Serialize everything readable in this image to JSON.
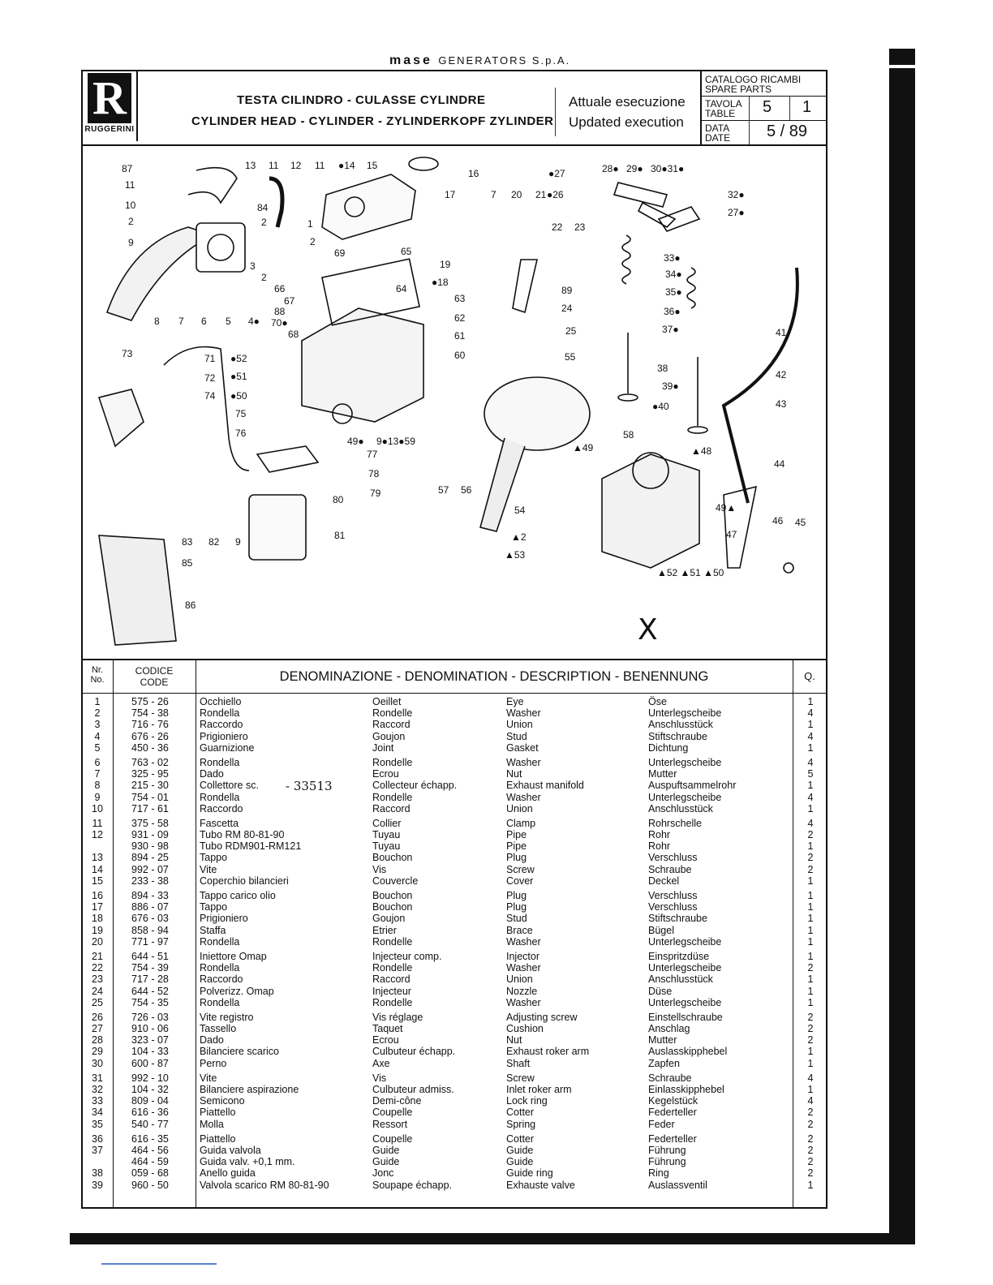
{
  "header": {
    "brand_name": "mase",
    "brand_suffix": "GENERATORS S.p.A.",
    "logo_letter": "R",
    "logo_name": "RUGGERINI",
    "title_line1": "TESTA CILINDRO - CULASSE CYLINDRE",
    "title_line2": "CYLINDER HEAD - CYLINDER - ZYLINDERKOPF ZYLINDER",
    "status_it": "Attuale esecuzione",
    "status_en": "Updated execution",
    "catalog_label_it": "CATALOGO RICAMBI",
    "catalog_label_en": "SPARE PARTS",
    "table_label_it": "TAVOLA",
    "table_label_en": "TABLE",
    "table_num": "5",
    "table_sub": "1",
    "date_label_it": "DATA",
    "date_label_en": "DATE",
    "date_value": "5 / 89"
  },
  "diagram": {
    "callouts": [
      "87",
      "11",
      "10",
      "2",
      "9",
      "8",
      "7",
      "6",
      "5",
      "4●",
      "13",
      "11",
      "12",
      "11",
      "●14",
      "15",
      "16",
      "84",
      "2",
      "1",
      "2",
      "3",
      "2",
      "66",
      "67",
      "88",
      "70●",
      "68",
      "69",
      "65",
      "64",
      "17",
      "7",
      "20",
      "21",
      "●26",
      "●27",
      "28●",
      "29●",
      "30●31●",
      "32●",
      "27●",
      "22",
      "23",
      "19",
      "●18",
      "63",
      "62",
      "61",
      "60",
      "89",
      "24",
      "25",
      "33●",
      "34●",
      "35●",
      "36●",
      "37●",
      "38",
      "39●",
      "●40",
      "41",
      "42",
      "43",
      "44",
      "45",
      "46",
      "47",
      "55",
      "73",
      "71",
      "●52",
      "72",
      "●51",
      "74",
      "●50",
      "75",
      "76",
      "77",
      "78",
      "79",
      "80",
      "81",
      "83",
      "82",
      "9",
      "85",
      "86",
      "49●",
      "9●13●59",
      "57",
      "56",
      "58",
      "▲48",
      "▲49",
      "54",
      "▲2",
      "▲53",
      "49▲",
      "▲52 ▲51 ▲50"
    ],
    "mark": "X"
  },
  "table": {
    "headers": {
      "no_it": "Nr.",
      "no_en": "No.",
      "code_it": "CODICE",
      "code_en": "CODE",
      "description": "DENOMINAZIONE - DENOMINATION - DESCRIPTION - BENENNUNG",
      "qty": "Q."
    },
    "groups": [
      [
        {
          "no": "1",
          "code": "575 - 26",
          "it": "Occhiello",
          "fr": "Oeillet",
          "en": "Eye",
          "de": "Öse",
          "q": "1"
        },
        {
          "no": "2",
          "code": "754 - 38",
          "it": "Rondella",
          "fr": "Rondelle",
          "en": "Washer",
          "de": "Unterlegscheibe",
          "q": "4"
        },
        {
          "no": "3",
          "code": "716 - 76",
          "it": "Raccordo",
          "fr": "Raccord",
          "en": "Union",
          "de": "Anschlusstück",
          "q": "1"
        },
        {
          "no": "4",
          "code": "676 - 26",
          "it": "Prigioniero",
          "fr": "Goujon",
          "en": "Stud",
          "de": "Stiftschraube",
          "q": "4"
        },
        {
          "no": "5",
          "code": "450 - 36",
          "it": "Guarnizione",
          "fr": "Joint",
          "en": "Gasket",
          "de": "Dichtung",
          "q": "1"
        }
      ],
      [
        {
          "no": "6",
          "code": "763 - 02",
          "it": "Rondella",
          "fr": "Rondelle",
          "en": "Washer",
          "de": "Unterlegscheibe",
          "q": "4"
        },
        {
          "no": "7",
          "code": "325 - 95",
          "it": "Dado",
          "fr": "Ecrou",
          "en": "Nut",
          "de": "Mutter",
          "q": "5"
        },
        {
          "no": "8",
          "code": "215 - 30",
          "it": "Collettore sc.",
          "fr": "Collecteur échapp.",
          "en": "Exhaust manifold",
          "de": "Auspuftsammelrohr",
          "q": "1"
        },
        {
          "no": "9",
          "code": "754 - 01",
          "it": "Rondella",
          "fr": "Rondelle",
          "en": "Washer",
          "de": "Unterlegscheibe",
          "q": "4"
        },
        {
          "no": "10",
          "code": "717 - 61",
          "it": "Raccordo",
          "fr": "Raccord",
          "en": "Union",
          "de": "Anschlusstück",
          "q": "1"
        }
      ],
      [
        {
          "no": "11",
          "code": "375 - 58",
          "it": "Fascetta",
          "fr": "Collier",
          "en": "Clamp",
          "de": "Rohrschelle",
          "q": "4"
        },
        {
          "no": "12",
          "code": "931 - 09",
          "it": "Tubo RM 80-81-90",
          "fr": "Tuyau",
          "en": "Pipe",
          "de": "Rohr",
          "q": "2"
        },
        {
          "no": "",
          "code": "930 - 98",
          "it": "Tubo RDM901-RM121",
          "fr": "Tuyau",
          "en": "Pipe",
          "de": "Rohr",
          "q": "1"
        },
        {
          "no": "13",
          "code": "894 - 25",
          "it": "Tappo",
          "fr": "Bouchon",
          "en": "Plug",
          "de": "Verschluss",
          "q": "2"
        },
        {
          "no": "14",
          "code": "992 - 07",
          "it": "Vite",
          "fr": "Vis",
          "en": "Screw",
          "de": "Schraube",
          "q": "2"
        },
        {
          "no": "15",
          "code": "233 - 38",
          "it": "Coperchio bilancieri",
          "fr": "Couvercle",
          "en": "Cover",
          "de": "Deckel",
          "q": "1"
        }
      ],
      [
        {
          "no": "16",
          "code": "894 - 33",
          "it": "Tappo carico olio",
          "fr": "Bouchon",
          "en": "Plug",
          "de": "Verschluss",
          "q": "1"
        },
        {
          "no": "17",
          "code": "886 - 07",
          "it": "Tappo",
          "fr": "Bouchon",
          "en": "Plug",
          "de": "Verschluss",
          "q": "1"
        },
        {
          "no": "18",
          "code": "676 - 03",
          "it": "Prigioniero",
          "fr": "Goujon",
          "en": "Stud",
          "de": "Stiftschraube",
          "q": "1"
        },
        {
          "no": "19",
          "code": "858 - 94",
          "it": "Staffa",
          "fr": "Etrier",
          "en": "Brace",
          "de": "Bügel",
          "q": "1"
        },
        {
          "no": "20",
          "code": "771 - 97",
          "it": "Rondella",
          "fr": "Rondelle",
          "en": "Washer",
          "de": "Unterlegscheibe",
          "q": "1"
        }
      ],
      [
        {
          "no": "21",
          "code": "644 - 51",
          "it": "Iniettore Omap",
          "fr": "Injecteur comp.",
          "en": "Injector",
          "de": "Einspritzdüse",
          "q": "1"
        },
        {
          "no": "22",
          "code": "754 - 39",
          "it": "Rondella",
          "fr": "Rondelle",
          "en": "Washer",
          "de": "Unterlegscheibe",
          "q": "2"
        },
        {
          "no": "23",
          "code": "717 - 28",
          "it": "Raccordo",
          "fr": "Raccord",
          "en": "Union",
          "de": "Anschlusstück",
          "q": "1"
        },
        {
          "no": "24",
          "code": "644 - 52",
          "it": "Polverizz. Omap",
          "fr": "Injecteur",
          "en": "Nozzle",
          "de": "Düse",
          "q": "1"
        },
        {
          "no": "25",
          "code": "754 - 35",
          "it": "Rondella",
          "fr": "Rondelle",
          "en": "Washer",
          "de": "Unterlegscheibe",
          "q": "1"
        }
      ],
      [
        {
          "no": "26",
          "code": "726 - 03",
          "it": "Vite registro",
          "fr": "Vis réglage",
          "en": "Adjusting screw",
          "de": "Einstellschraube",
          "q": "2"
        },
        {
          "no": "27",
          "code": "910 - 06",
          "it": "Tassello",
          "fr": "Taquet",
          "en": "Cushion",
          "de": "Anschlag",
          "q": "2"
        },
        {
          "no": "28",
          "code": "323 - 07",
          "it": "Dado",
          "fr": "Ecrou",
          "en": "Nut",
          "de": "Mutter",
          "q": "2"
        },
        {
          "no": "29",
          "code": "104 - 33",
          "it": "Bilanciere scarico",
          "fr": "Culbuteur échapp.",
          "en": "Exhaust roker arm",
          "de": "Auslasskipphebel",
          "q": "1"
        },
        {
          "no": "30",
          "code": "600 - 87",
          "it": "Perno",
          "fr": "Axe",
          "en": "Shaft",
          "de": "Zapfen",
          "q": "1"
        }
      ],
      [
        {
          "no": "31",
          "code": "992 - 10",
          "it": "Vite",
          "fr": "Vis",
          "en": "Screw",
          "de": "Schraube",
          "q": "4"
        },
        {
          "no": "32",
          "code": "104 - 32",
          "it": "Bilanciere aspirazione",
          "fr": "Culbuteur admiss.",
          "en": "Inlet roker arm",
          "de": "Einlasskipphebel",
          "q": "1"
        },
        {
          "no": "33",
          "code": "809 - 04",
          "it": "Semicono",
          "fr": "Demi-cône",
          "en": "Lock ring",
          "de": "Kegelstück",
          "q": "4"
        },
        {
          "no": "34",
          "code": "616 - 36",
          "it": "Piattello",
          "fr": "Coupelle",
          "en": "Cotter",
          "de": "Federteller",
          "q": "2"
        },
        {
          "no": "35",
          "code": "540 - 77",
          "it": "Molla",
          "fr": "Ressort",
          "en": "Spring",
          "de": "Feder",
          "q": "2"
        }
      ],
      [
        {
          "no": "36",
          "code": "616 - 35",
          "it": "Piattello",
          "fr": "Coupelle",
          "en": "Cotter",
          "de": "Federteller",
          "q": "2"
        },
        {
          "no": "37",
          "code": "464 - 56",
          "it": "Guida valvola",
          "fr": "Guide",
          "en": "Guide",
          "de": "Führung",
          "q": "2"
        },
        {
          "no": "",
          "code": "464 - 59",
          "it": "Guida valv. +0,1 mm.",
          "fr": "Guide",
          "en": "Guide",
          "de": "Führung",
          "q": "2"
        },
        {
          "no": "38",
          "code": "059 - 68",
          "it": "Anello guida",
          "fr": "Jonc",
          "en": "Guide ring",
          "de": "Ring",
          "q": "2"
        },
        {
          "no": "39",
          "code": "960 - 50",
          "it": "Valvola scarico RM 80-81-90",
          "fr": "Soupape échapp.",
          "en": "Exhauste valve",
          "de": "Auslassventil",
          "q": "1"
        }
      ]
    ],
    "handwritten_note": "- 33513"
  }
}
